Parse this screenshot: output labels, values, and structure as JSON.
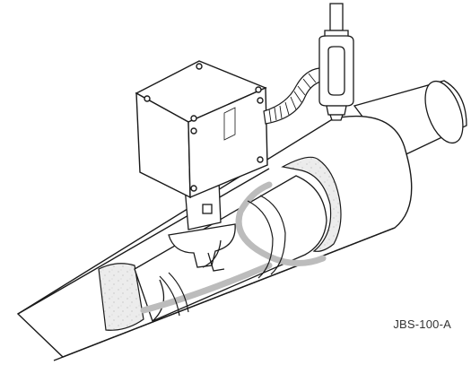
{
  "figure": {
    "model_code": "JBS-100-A",
    "colors": {
      "line": "#1a1a1a",
      "insulation_fill": "#e6e6e6",
      "cable": "#bcbcbc",
      "background": "#ffffff"
    },
    "parts": [
      "pipe",
      "insulation",
      "junction-box",
      "flexible-conduit",
      "conduit-body",
      "pipe-stand",
      "heating-cable",
      "pipe-strap"
    ]
  }
}
